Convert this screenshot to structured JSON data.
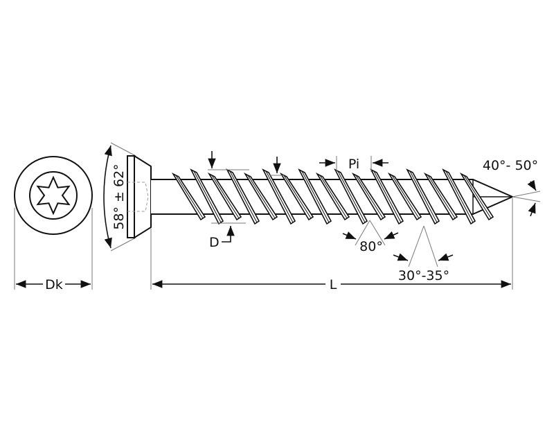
{
  "title": "Torx countersunk concrete screw technical drawing",
  "labels": {
    "head_diameter": "Dk",
    "head_angle": "58° ± 62°",
    "thread_diameter": "D",
    "pitch": "Pi",
    "thread_angle": "80°",
    "flank_angle": "30°-35°",
    "tip_angle": "40°- 50°",
    "length": "L"
  },
  "colors": {
    "line": "#111111",
    "aux": "#777777",
    "background": "#ffffff"
  }
}
